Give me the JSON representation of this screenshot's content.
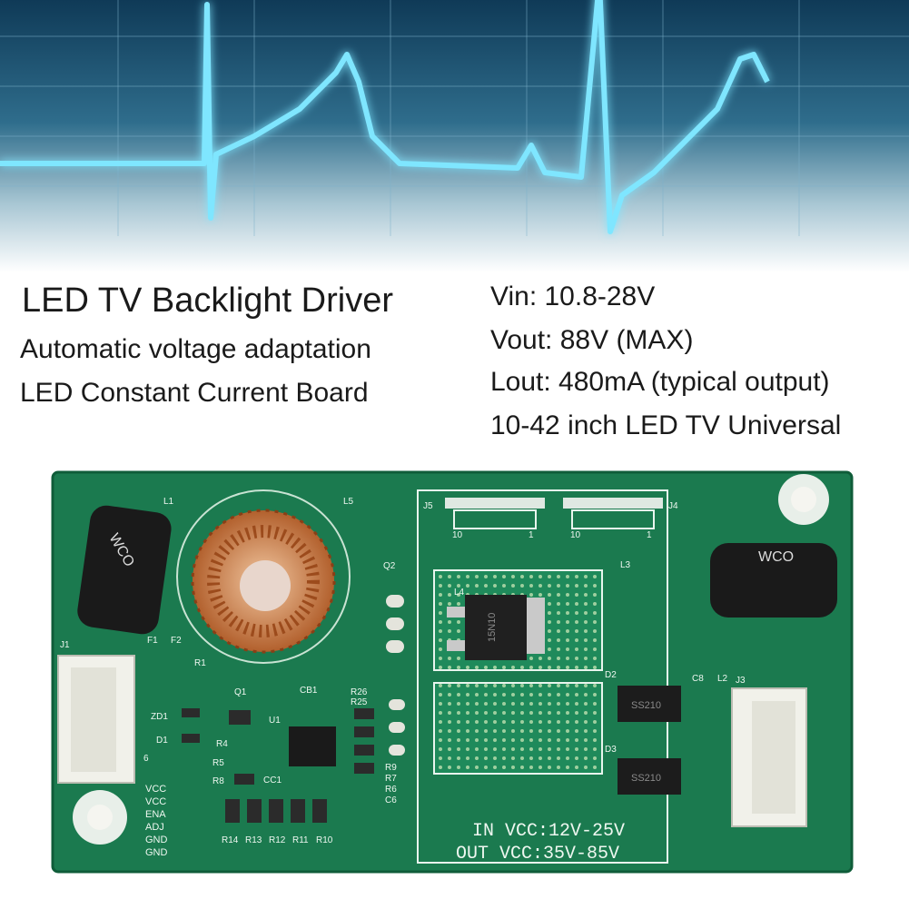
{
  "heading": {
    "title": "LED TV Backlight Driver",
    "desc_line1": "Automatic voltage adaptation",
    "desc_line2": "LED Constant Current Board"
  },
  "specs": {
    "vin": "Vin: 10.8-28V",
    "vout": "Vout: 88V (MAX)",
    "iout": "Lout: 480mA (typical output)",
    "compat": "10-42 inch LED TV Universal"
  },
  "board": {
    "in_vcc": "IN VCC:12V-25V",
    "out_vcc": "OUT VCC:35V-85V",
    "pins": [
      "VCC",
      "VCC",
      "ENA",
      "ADJ",
      "GND",
      "GND"
    ],
    "labels": {
      "l1": "L1",
      "l5": "L5",
      "j1": "J1",
      "j5": "J5",
      "j4": "J4",
      "j3": "J3",
      "l3": "L3",
      "l4": "L4",
      "u1": "U1",
      "q1": "Q1",
      "q2": "Q2",
      "cb1": "CB1",
      "d1": "D1",
      "d2": "D2",
      "d3": "D3",
      "zd1": "ZD1",
      "f1": "F1",
      "f2": "F2",
      "c8": "C8",
      "l2": "L2",
      "cc1": "CC1",
      "r1": "R1",
      "r4": "R4",
      "r5": "R5",
      "r8": "R8",
      "r9": "R9",
      "r7": "R7",
      "r6": "R6",
      "c6": "C6",
      "r25": "R25",
      "r26": "R26",
      "r14": "R14",
      "r13": "R13",
      "r12": "R12",
      "r11": "R11",
      "r10": "R10",
      "ten_a": "10",
      "one_a": "1",
      "ten_b": "10",
      "one_b": "1",
      "mosfet": "15N10",
      "diode_a": "SS210",
      "diode_b": "SS210",
      "pin6": "6",
      "cap_a": "WCO",
      "cap_b": "WCO"
    }
  }
}
